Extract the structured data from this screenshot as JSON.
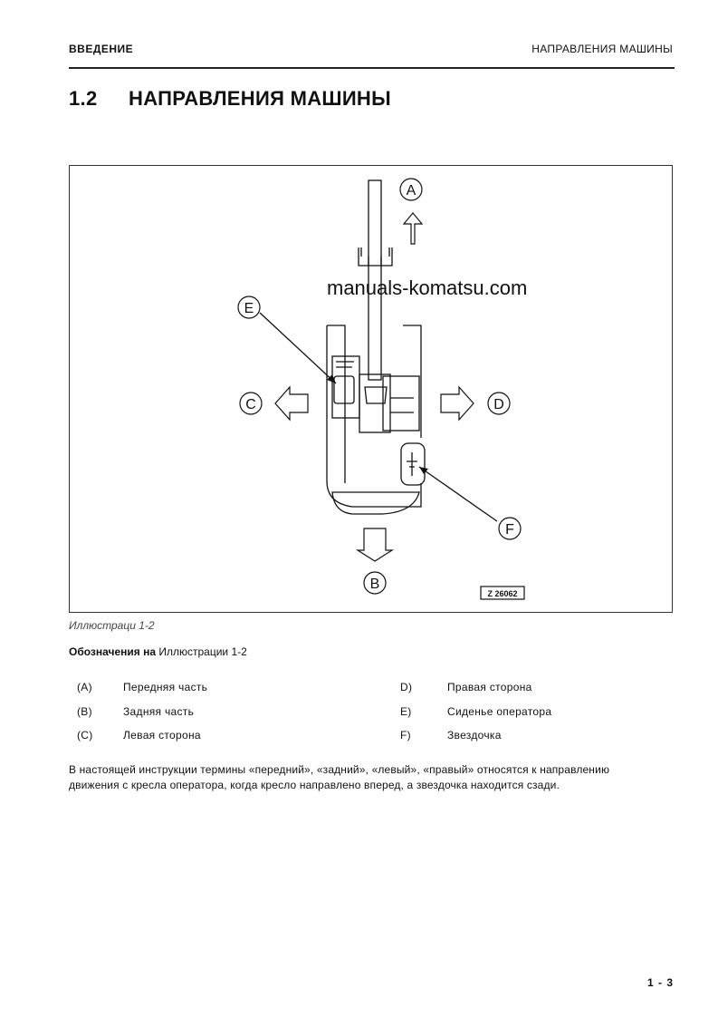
{
  "header": {
    "left": "ВВЕДЕНИЕ",
    "right": "НАПРАВЛЕНИЯ МАШИНЫ"
  },
  "section": {
    "number": "1.2",
    "title": "НАПРАВЛЕНИЯ МАШИНЫ"
  },
  "figure": {
    "watermark": "manuals-komatsu.com",
    "labels": {
      "a": "A",
      "b": "B",
      "c": "C",
      "d": "D",
      "e": "E",
      "f": "F"
    },
    "code": "Z 26062"
  },
  "caption": "Иллюстраци 1-2",
  "legend": {
    "title_bold": "Обозначения на",
    "title_rest": " Иллюстрации 1-2",
    "items": [
      {
        "key": "(A)",
        "text": "Передняя часть"
      },
      {
        "key": "(B)",
        "text": "Задняя часть"
      },
      {
        "key": "(C)",
        "text": "Левая сторона"
      },
      {
        "key": "D)",
        "text": "Правая сторона"
      },
      {
        "key": "E)",
        "text": "Сиденье оператора"
      },
      {
        "key": "F)",
        "text": "Звездочка"
      }
    ]
  },
  "body_text": "В настоящей инструкции термины «передний», «задний», «левый», «правый» относятся к направлению движения с кресла оператора, когда кресло направлено вперед, а звездочка находится сзади.",
  "page_number": "1 - 3"
}
